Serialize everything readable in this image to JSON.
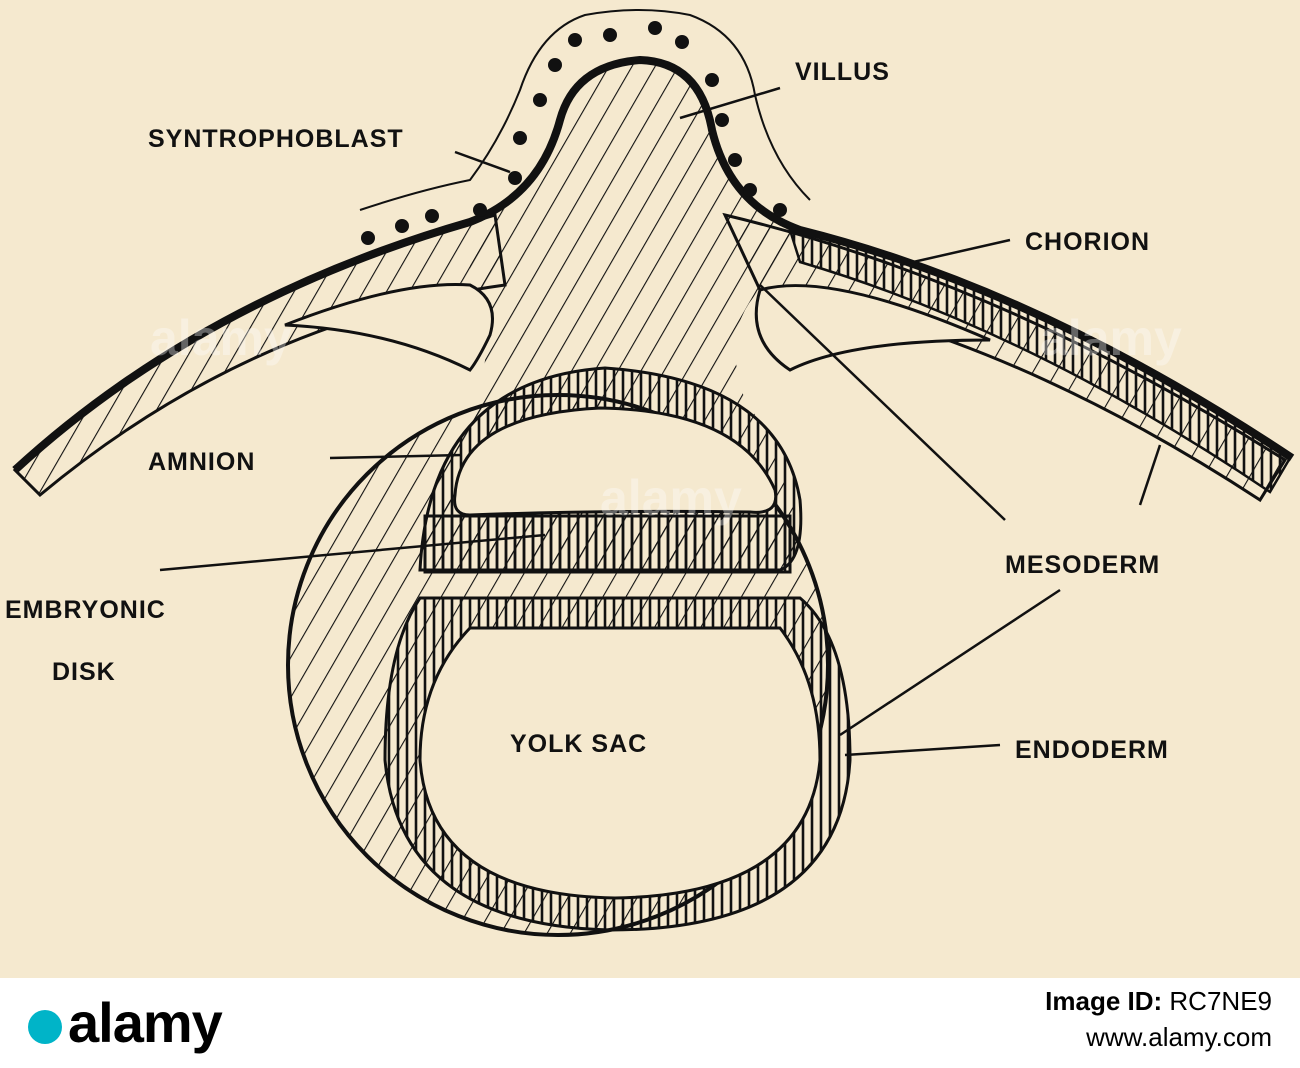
{
  "diagram": {
    "labels": {
      "villus": "VILLUS",
      "syntrophoblast": "SYNTROPHOBLAST",
      "chorion": "CHORION",
      "amnion": "AMNION",
      "mesoderm": "MESODERM",
      "embryonic_disk_line1": "EMBRYONIC",
      "embryonic_disk_line2": "DISK",
      "yolk_sac": "YOLK SAC",
      "endoderm": "ENDODERM"
    },
    "colors": {
      "paper": "#f5e9cf",
      "ink": "#111111"
    }
  },
  "watermark": {
    "text": "alamy"
  },
  "footer": {
    "brand": "alamy",
    "image_id_label": "Image ID:",
    "image_id": "RC7NE9",
    "url": "www.alamy.com"
  }
}
